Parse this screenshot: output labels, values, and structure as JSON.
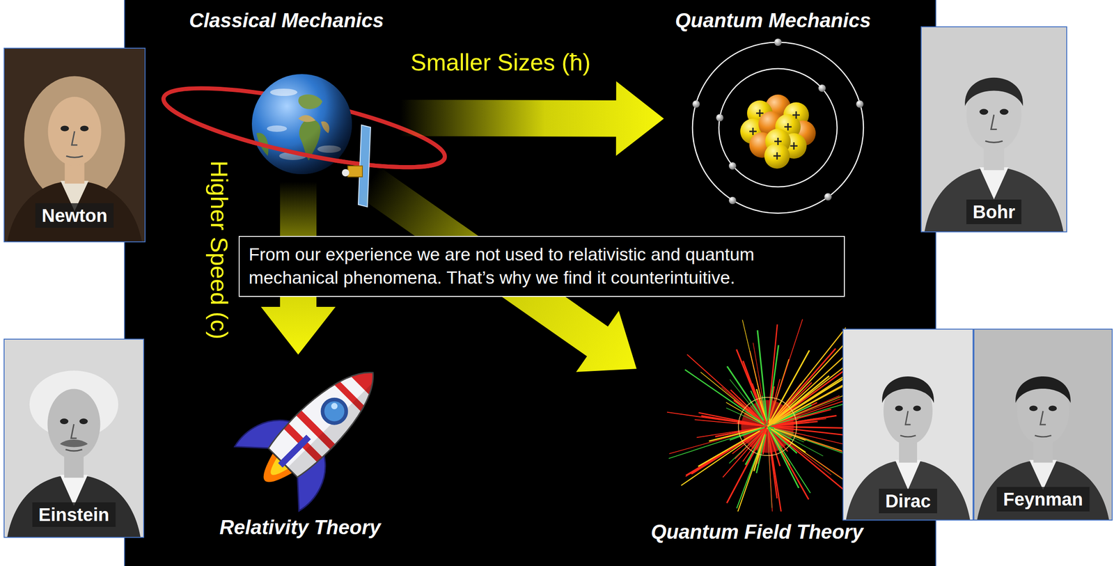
{
  "diagram": {
    "nodes": [
      {
        "text": [
          "Classical Mechanics"
        ]
      },
      {
        "text": [
          "Quantum Mechanics"
        ]
      },
      {
        "text": [
          "Newton"
        ]
      },
      {
        "text": [
          "Bohr"
        ]
      },
      {
        "text": [
          "From our experience we are not used to relativistic and quantum mechanical phenomena. That’s why we find it counterintuitive."
        ]
      },
      {
        "text": [
          "Einstein"
        ]
      },
      {
        "text": [
          "Relativity Theory"
        ]
      },
      {
        "text": [
          "Quantum Field Theory"
        ]
      },
      {
        "text": [
          "Dirac"
        ]
      },
      {
        "text": [
          "Feynman"
        ]
      }
    ],
    "edges": [
      {
        "from": 0,
        "to": 1,
        "arrow": "to",
        "label": "Smaller Sizes (ħ)"
      },
      {
        "from": 0,
        "to": 6,
        "arrow": "to",
        "label": "Higher Speed (c)"
      },
      {
        "from": 0,
        "to": 7,
        "arrow": "to"
      }
    ]
  }
}
